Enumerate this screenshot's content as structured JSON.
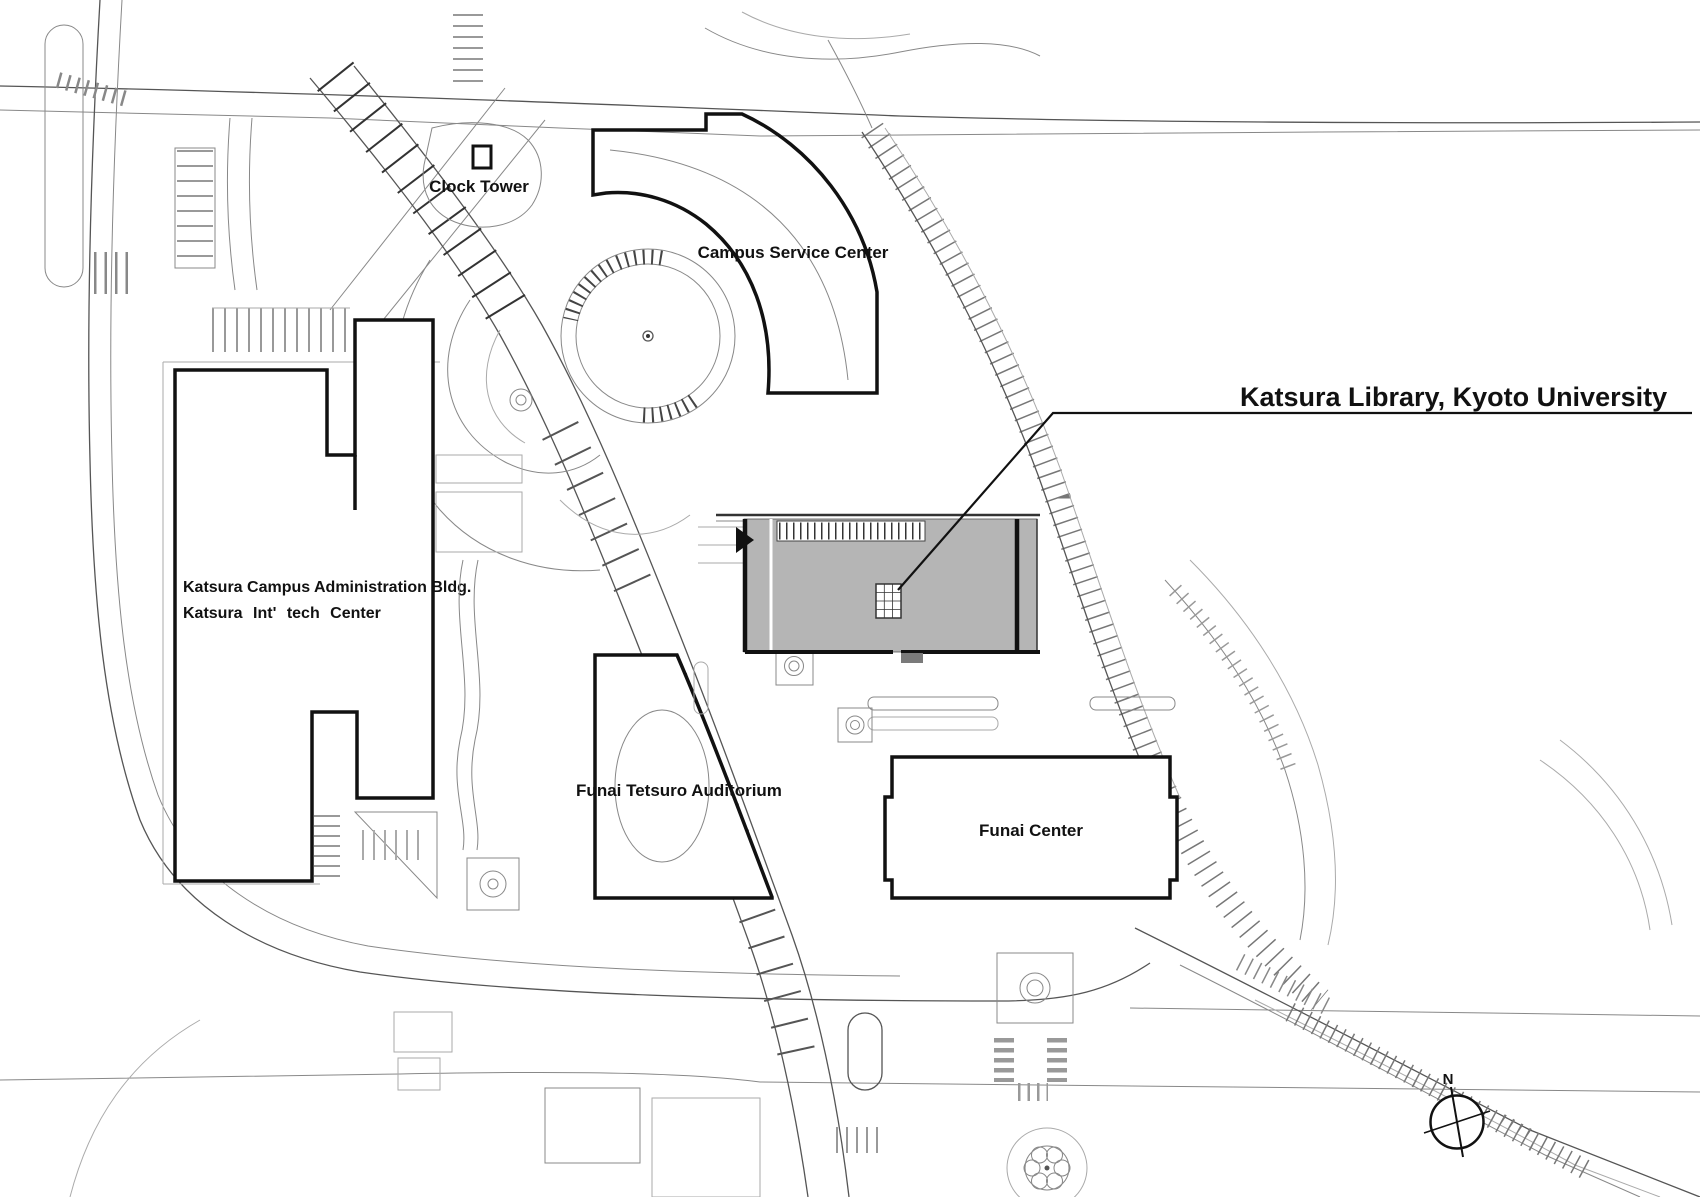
{
  "title": {
    "text": "Katsura Library, Kyoto University"
  },
  "labels": {
    "clock_tower": "Clock Tower",
    "campus_service_center": "Campus Service Center",
    "admin_bldg_line1": "Katsura Campus Administration Bldg.",
    "admin_bldg_line2": "Katsura Int' tech Center",
    "auditorium": "Funai Tetsuro Auditorium",
    "funai_center": "Funai Center",
    "compass_north": "N"
  },
  "colors": {
    "background": "#ffffff",
    "line_dark": "#111111",
    "line_light": "#888888",
    "library_fill": "#b5b5b5",
    "entrance_fill": "#7a7a7a"
  }
}
